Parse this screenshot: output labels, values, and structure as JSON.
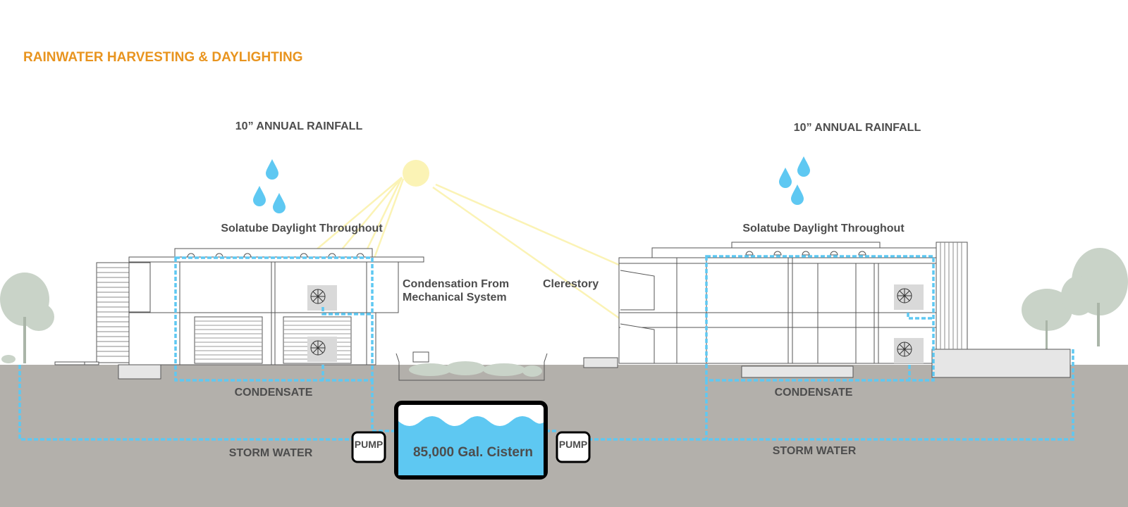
{
  "title": "RAINWATER HARVESTING & DAYLIGHTING",
  "rainfall_left": "10” ANNUAL RAINFALL",
  "rainfall_right": "10” ANNUAL RAINFALL",
  "solatube_left": "Solatube Daylight Throughout",
  "solatube_right": "Solatube Daylight Throughout",
  "condensation_line1": "Condensation From",
  "condensation_line2": "Mechanical System",
  "clerestory": "Clerestory",
  "condensate_left": "CONDENSATE",
  "condensate_right": "CONDENSATE",
  "storm_left": "STORM WATER",
  "storm_right": "STORM WATER",
  "pump_left": "PUMP",
  "pump_right": "PUMP",
  "cistern": "85,000 Gal. Cistern",
  "colors": {
    "title": "#e8941f",
    "water": "#5ec8f2",
    "ground": "#b3b0ab",
    "sun": "#fbf3b5",
    "label": "#4d4d4d",
    "line": "#555555"
  }
}
